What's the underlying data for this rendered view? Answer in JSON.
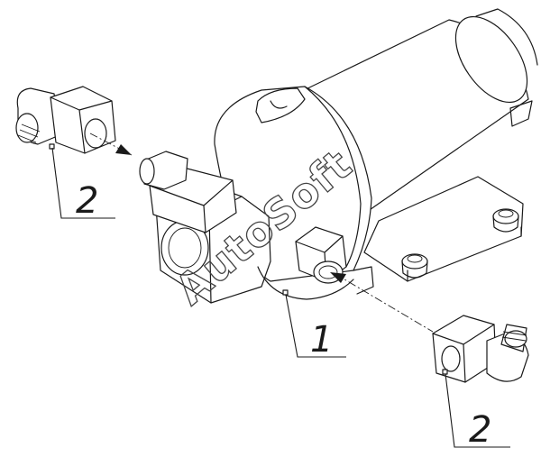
{
  "callouts": {
    "pump": "1",
    "fitting_left": "2",
    "fitting_right": "2"
  },
  "watermark": "AutoSoft",
  "colors": {
    "line": "#1a1a1a",
    "background": "#ffffff",
    "watermark": "#444444"
  }
}
